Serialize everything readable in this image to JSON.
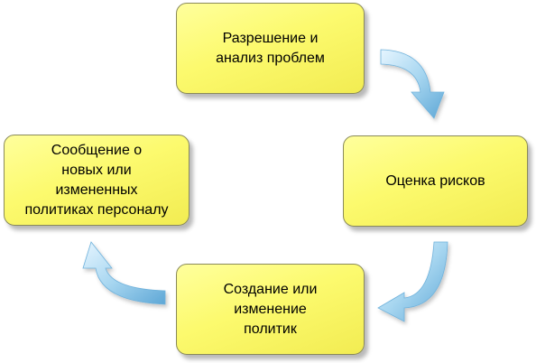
{
  "diagram": {
    "nodes": {
      "top": "Разрешение и\nанализ проблем",
      "right": "Оценка рисков",
      "bottom": "Создание или\nизменение\nполитик",
      "left": "Сообщение о\nновых или\nизмененных\nполитиках персоналу"
    },
    "colors": {
      "box_fill": "#fcfa6e",
      "box_border": "#8a8a5a",
      "arrow_fill": "#9fd2ee",
      "arrow_edge": "#6fb2dc"
    }
  }
}
